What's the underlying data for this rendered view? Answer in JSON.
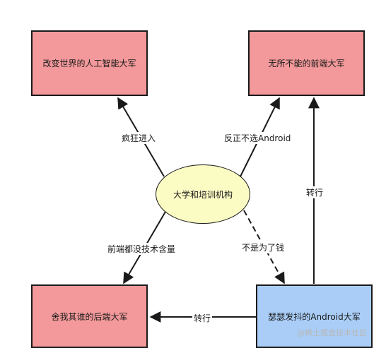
{
  "nodes": {
    "ai": "改变世界的人工智能大军",
    "frontend": "无所不能的前端大军",
    "school": "大学和培训机构",
    "backend": "舍我其谁的后端大军",
    "android": "瑟瑟发抖的Android大军"
  },
  "edges": {
    "school_to_ai": "疯狂进入",
    "school_to_frontend": "反正不选Android",
    "school_to_backend": "前端都没技术含量",
    "school_to_android": "不是为了钱",
    "android_to_frontend": "转行",
    "android_to_backend": "转行"
  },
  "colors": {
    "red_box": "#f3999b",
    "blue_box": "#a9cdf7",
    "ellipse": "#fbfbc4",
    "line": "#1a1a1a"
  },
  "watermark": "@稀土掘金技术社区"
}
